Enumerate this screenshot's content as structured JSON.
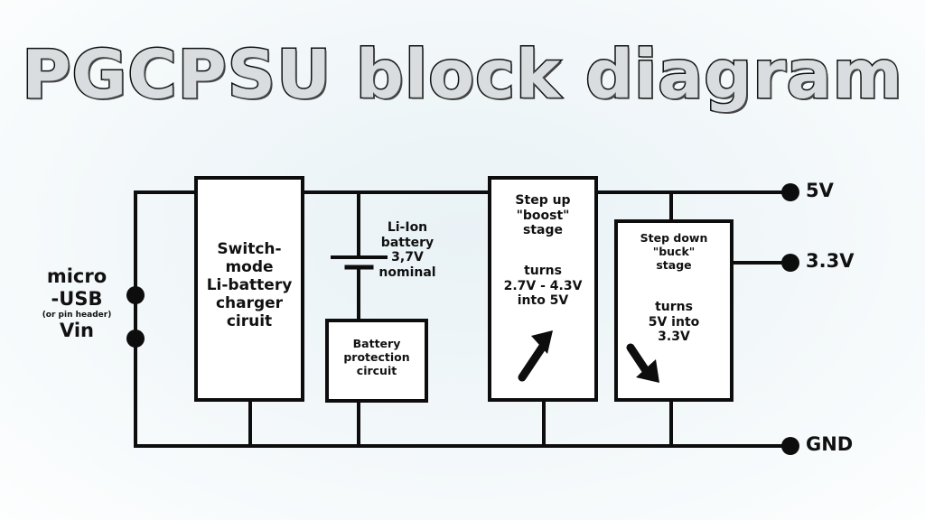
{
  "title": "PGCPSU block diagram",
  "input": {
    "line1": "micro",
    "line2": "-USB",
    "line3": "(or pin header)",
    "line4": "Vin"
  },
  "charger": [
    "Switch-",
    "mode",
    "Li-battery",
    "charger",
    "ciruit"
  ],
  "battery": [
    "Li-Ion",
    "battery",
    "3,7V",
    "nominal"
  ],
  "protection": [
    "Battery",
    "protection",
    "circuit"
  ],
  "boost": {
    "title": [
      "Step up",
      "\"boost\"",
      "stage"
    ],
    "desc": [
      "turns",
      "2.7V - 4.3V",
      "into 5V"
    ]
  },
  "buck": {
    "title": [
      "Step down",
      "\"buck\"",
      "stage"
    ],
    "desc": [
      "turns",
      "5V into",
      "3.3V"
    ]
  },
  "outputs": {
    "v5": "5V",
    "v33": "3.3V",
    "gnd": "GND"
  }
}
